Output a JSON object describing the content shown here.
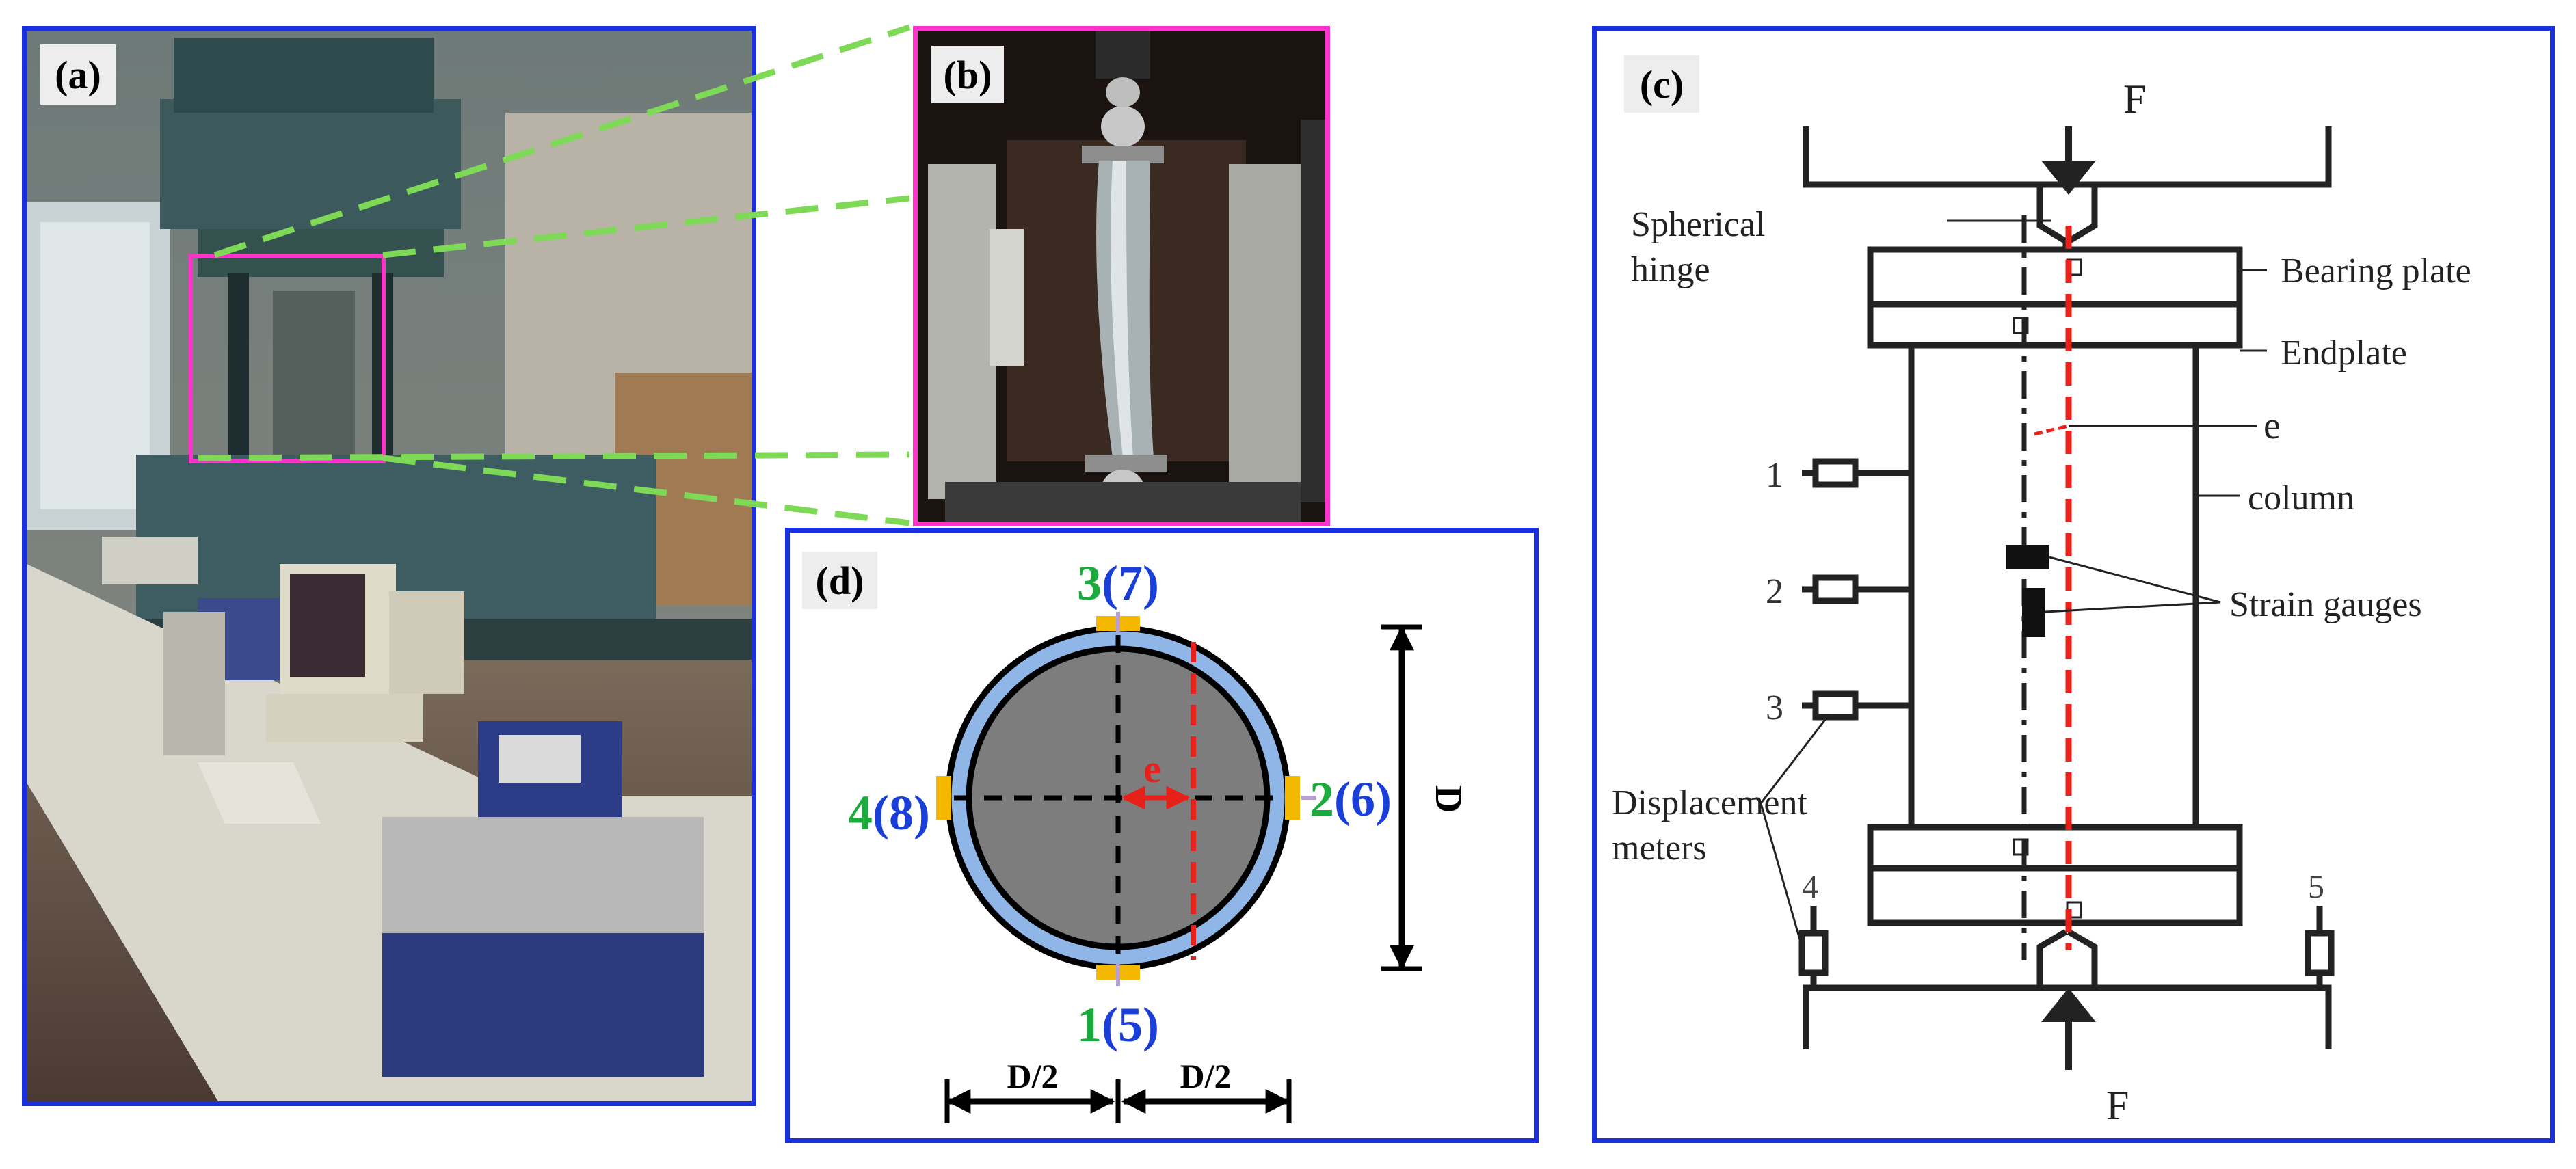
{
  "panels": {
    "a": {
      "label": "(a)"
    },
    "b": {
      "label": "(b)"
    },
    "c": {
      "label": "(c)",
      "force_top": "F",
      "force_bottom": "F",
      "spherical_hinge_1": "Spherical",
      "spherical_hinge_2": "hinge",
      "bearing_plate": "Bearing  plate",
      "endplate": "Endplate",
      "eccentricity": "e",
      "column": "column",
      "strain_gauges": "Strain gauges",
      "displacement_meters_1": "Displacement",
      "displacement_meters_2": "meters",
      "meter_1": "1",
      "meter_2": "2",
      "meter_3": "3",
      "meter_4": "4",
      "meter_5": "5"
    },
    "d": {
      "label": "(d)",
      "gauge_top_num": "3",
      "gauge_top_paren": "(7)",
      "gauge_right_num": "2",
      "gauge_right_paren": "(6)",
      "gauge_bottom_num": "1",
      "gauge_bottom_paren": "(5)",
      "gauge_left_num": "4",
      "gauge_left_paren": "(8)",
      "eccentricity": "e",
      "diameter": "D",
      "half_left": "D/2",
      "half_right": "D/2"
    }
  },
  "colors": {
    "frame_blue": "#1a2fe0",
    "frame_magenta": "#ff33cc",
    "zoom_green": "#7ed957",
    "label_green": "#1aab3c",
    "label_blue": "#1a3fd9",
    "gauge_yellow": "#f5b800",
    "tube_blue": "#8fb6e6",
    "core_gray": "#7d7d7d",
    "red_line": "#e8201a"
  }
}
